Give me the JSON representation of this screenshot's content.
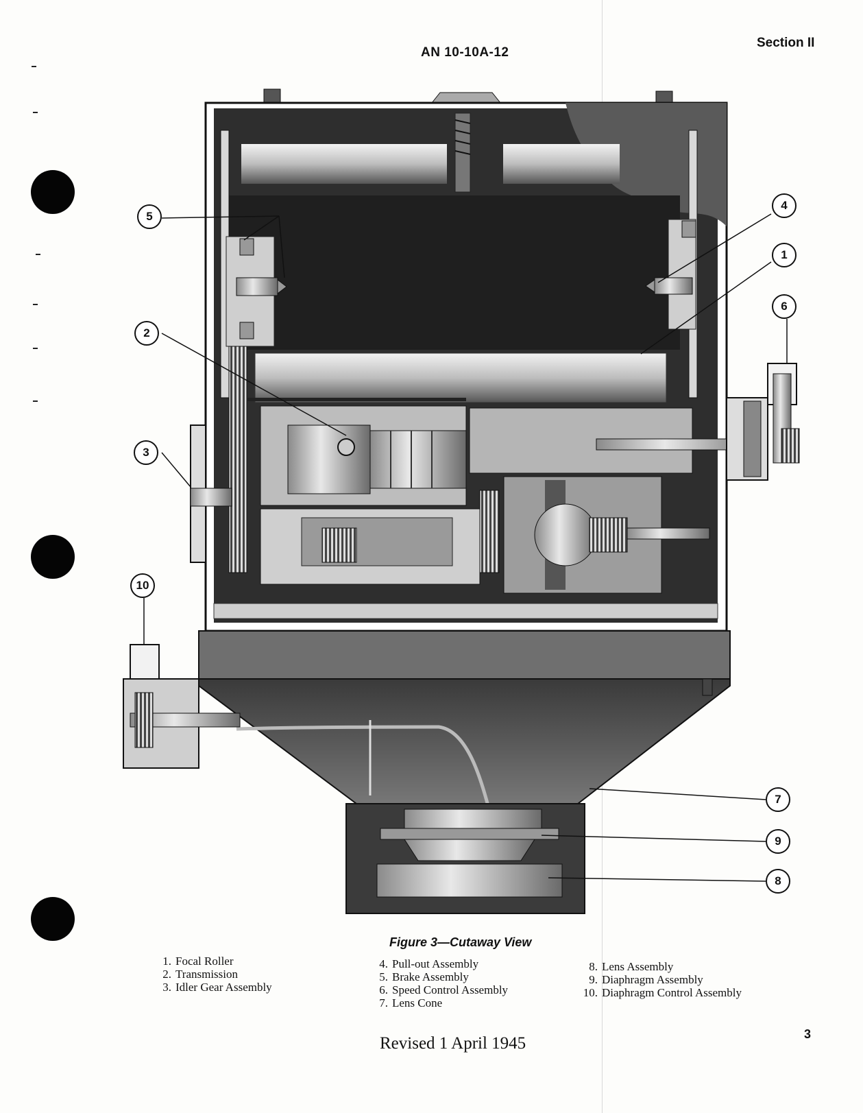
{
  "header": {
    "doc_number": "AN 10-10A-12",
    "section": "Section II"
  },
  "figure": {
    "caption": "Figure 3—Cutaway View",
    "callouts": [
      "1",
      "2",
      "3",
      "4",
      "5",
      "6",
      "7",
      "8",
      "9",
      "10"
    ]
  },
  "legend": {
    "col1": [
      {
        "num": "1.",
        "label": "Focal Roller"
      },
      {
        "num": "2.",
        "label": "Transmission"
      },
      {
        "num": "3.",
        "label": "Idler Gear Assembly"
      }
    ],
    "col2": [
      {
        "num": "4.",
        "label": "Pull-out Assembly"
      },
      {
        "num": "5.",
        "label": "Brake Assembly"
      },
      {
        "num": "6.",
        "label": "Speed Control Assembly"
      },
      {
        "num": "7.",
        "label": "Lens Cone"
      }
    ],
    "col3": [
      {
        "num": "8.",
        "label": "Lens Assembly"
      },
      {
        "num": "9.",
        "label": "Diaphragm Assembly"
      },
      {
        "num": "10.",
        "label": "Diaphragm Control Assembly"
      }
    ]
  },
  "footer": {
    "revised": "Revised 1 April 1945",
    "page_number": "3"
  }
}
